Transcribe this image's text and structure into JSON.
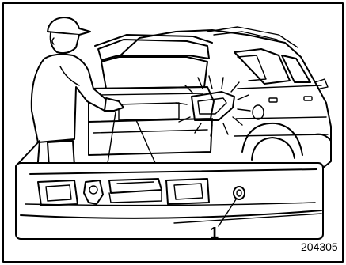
{
  "figure": {
    "callout_label": "1",
    "figure_code": "204305"
  },
  "elements": {
    "person": "person-opening-rear-gate",
    "vehicle": "suv-rear-view",
    "rear_light": "rear-combination-light-flashing",
    "inset": "rear-gate-opener-button-detail",
    "button": "rear-gate-opener-button"
  }
}
